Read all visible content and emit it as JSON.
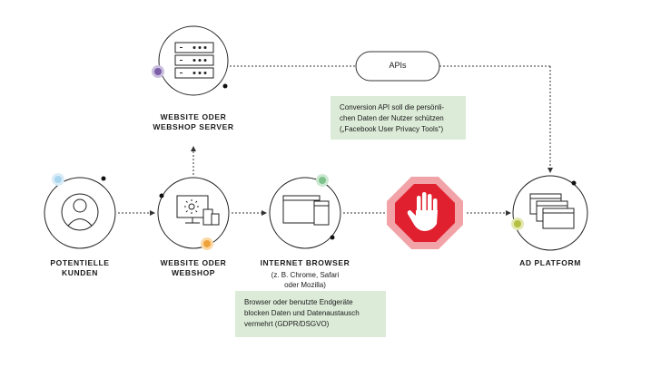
{
  "nodes": {
    "customers": {
      "label": "POTENTIELLE\nKUNDEN"
    },
    "website": {
      "label": "WEBSITE ODER\nWEBSHOP"
    },
    "server": {
      "label": "WEBSITE ODER\nWEBSHOP SERVER"
    },
    "browser": {
      "label": "INTERNET BROWSER",
      "sub": "(z. B. Chrome, Safari\noder Mozilla)"
    },
    "platform": {
      "label": "AD PLATFORM"
    },
    "apis": {
      "label": "APIs"
    }
  },
  "notes": {
    "conversion_api": "Conversion API soll die persönli-\nchen Daten der Nutzer schützen\n(„Facebook User Privacy Tools“)",
    "browser_block": "Browser oder benutzte Endgeräte\nblocken Daten und Datenaustausch\nvermehrt (GDPR/DSGVO)"
  },
  "icons": {
    "customers": "user-avatar-icon",
    "website": "devices-icon",
    "server": "server-rack-icon",
    "browser": "browser-windows-icon",
    "blocker": "stop-hand-icon",
    "platform": "stacked-windows-icon"
  },
  "colors": {
    "blocker_red": "#e0202e",
    "blocker_halo": "#f1a3a8",
    "note_bg": "#dcebd8",
    "dot_purple": "#7b5ea7",
    "dot_orange": "#f0a23a",
    "dot_green": "#7cc18a",
    "dot_blue": "#bfe0f2",
    "dot_olive": "#b5c042"
  }
}
